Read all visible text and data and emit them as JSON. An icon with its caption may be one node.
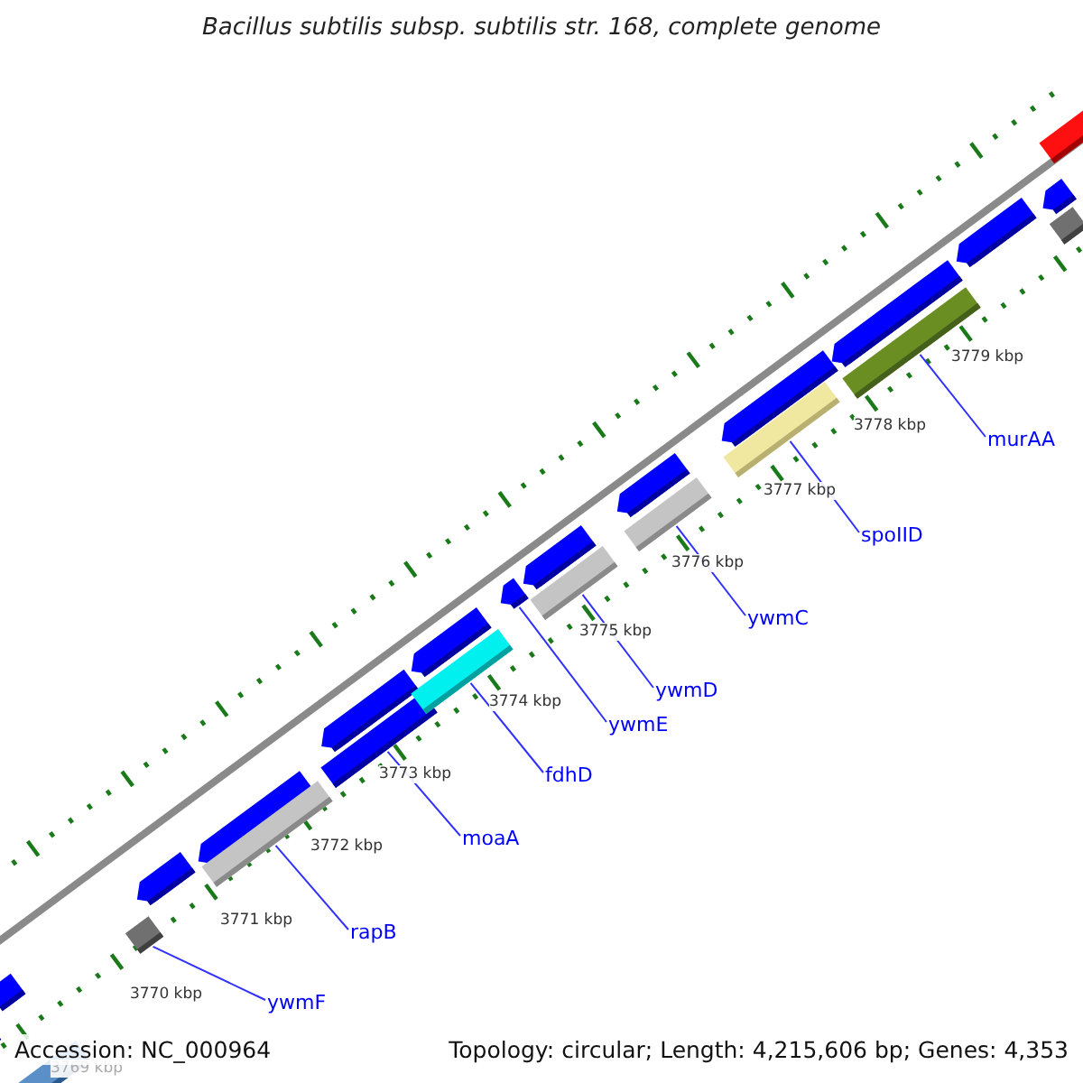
{
  "diagram": {
    "title": "Bacillus subtilis subsp. subtilis str. 168, complete genome",
    "nodes": [
      {
        "text": [
          "ywmF"
        ]
      },
      {
        "text": [
          "rapB"
        ]
      },
      {
        "text": [
          "moaA"
        ]
      },
      {
        "text": [
          "fdhD"
        ]
      },
      {
        "text": [
          "ywmE"
        ]
      },
      {
        "text": [
          "ywmD"
        ]
      },
      {
        "text": [
          "ywmC"
        ]
      },
      {
        "text": [
          "spoIID"
        ]
      },
      {
        "text": [
          "murAA"
        ]
      },
      {
        "text": [],
        "shape": "bar"
      },
      {
        "text": [],
        "shape": "bar"
      },
      {
        "text": [],
        "shape": "bar"
      },
      {
        "text": [],
        "shape": "bar"
      },
      {
        "text": [],
        "shape": "bar"
      },
      {
        "text": [],
        "shape": "bar"
      },
      {
        "text": [],
        "shape": "bar"
      },
      {
        "text": [],
        "shape": "bar"
      },
      {
        "text": [],
        "shape": "bar"
      },
      {
        "text": [],
        "shape": "bar"
      },
      {
        "text": [],
        "shape": "bar"
      },
      {
        "text": [],
        "shape": "bar"
      },
      {
        "text": [],
        "shape": "bar"
      },
      {
        "text": [],
        "shape": "bar"
      },
      {
        "text": [],
        "shape": "bar"
      },
      {
        "text": [],
        "shape": "bar"
      },
      {
        "text": [],
        "shape": "bar"
      },
      {
        "text": [],
        "shape": "bar"
      },
      {
        "text": [],
        "shape": "bar"
      },
      {
        "text": [],
        "shape": "bar"
      },
      {
        "text": [],
        "shape": "bar"
      },
      {
        "text": [],
        "shape": "bar"
      },
      {
        "text": [],
        "shape": "bar"
      },
      {
        "text": [],
        "shape": "bar"
      }
    ],
    "edges": [
      {
        "from": 0,
        "to": 23,
        "arrow": "none"
      },
      {
        "from": 1,
        "to": 24,
        "arrow": "none"
      },
      {
        "from": 2,
        "to": 25,
        "arrow": "none"
      },
      {
        "from": 3,
        "to": 26,
        "arrow": "none"
      },
      {
        "from": 4,
        "to": 14,
        "arrow": "none"
      },
      {
        "from": 5,
        "to": 27,
        "arrow": "none"
      },
      {
        "from": 6,
        "to": 28,
        "arrow": "none"
      },
      {
        "from": 7,
        "to": 29,
        "arrow": "none"
      },
      {
        "from": 8,
        "to": 30,
        "arrow": "none"
      }
    ],
    "labels": [
      "3769 kbp",
      "3770 kbp",
      "3771 kbp",
      "3772 kbp",
      "3773 kbp",
      "3774 kbp",
      "3775 kbp",
      "3776 kbp",
      "3777 kbp",
      "3778 kbp",
      "3779 kbp",
      "Accession: NC_000964",
      "Topology: circular; Length: 4,215,606 bp; Genes: 4,353"
    ]
  }
}
